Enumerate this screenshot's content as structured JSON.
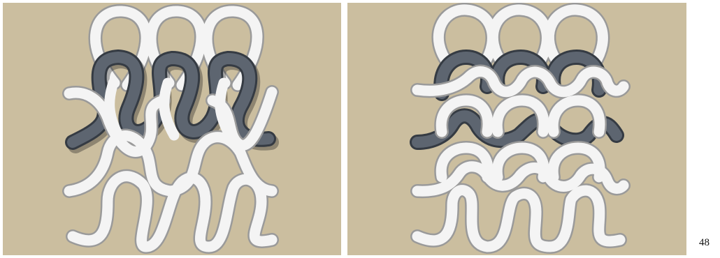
{
  "page": {
    "number": "48"
  },
  "colors": {
    "panel_background": "#cbbe9f",
    "yarn_light": "#f4f4f4",
    "yarn_light_edge": "#9a9a9a",
    "yarn_dark": "#5d6570",
    "yarn_dark_edge": "#353b43",
    "shadow": "#1d1d1d"
  },
  "figures": [
    {
      "name": "knit-stitch-face",
      "rows": 3,
      "loops_per_row": 3,
      "highlighted_row": 2,
      "highlight_color": "yarn_dark"
    },
    {
      "name": "purl-stitch-face",
      "rows": 3,
      "loops_per_row": 3,
      "highlighted_row": 2,
      "highlight_color": "yarn_dark"
    }
  ]
}
